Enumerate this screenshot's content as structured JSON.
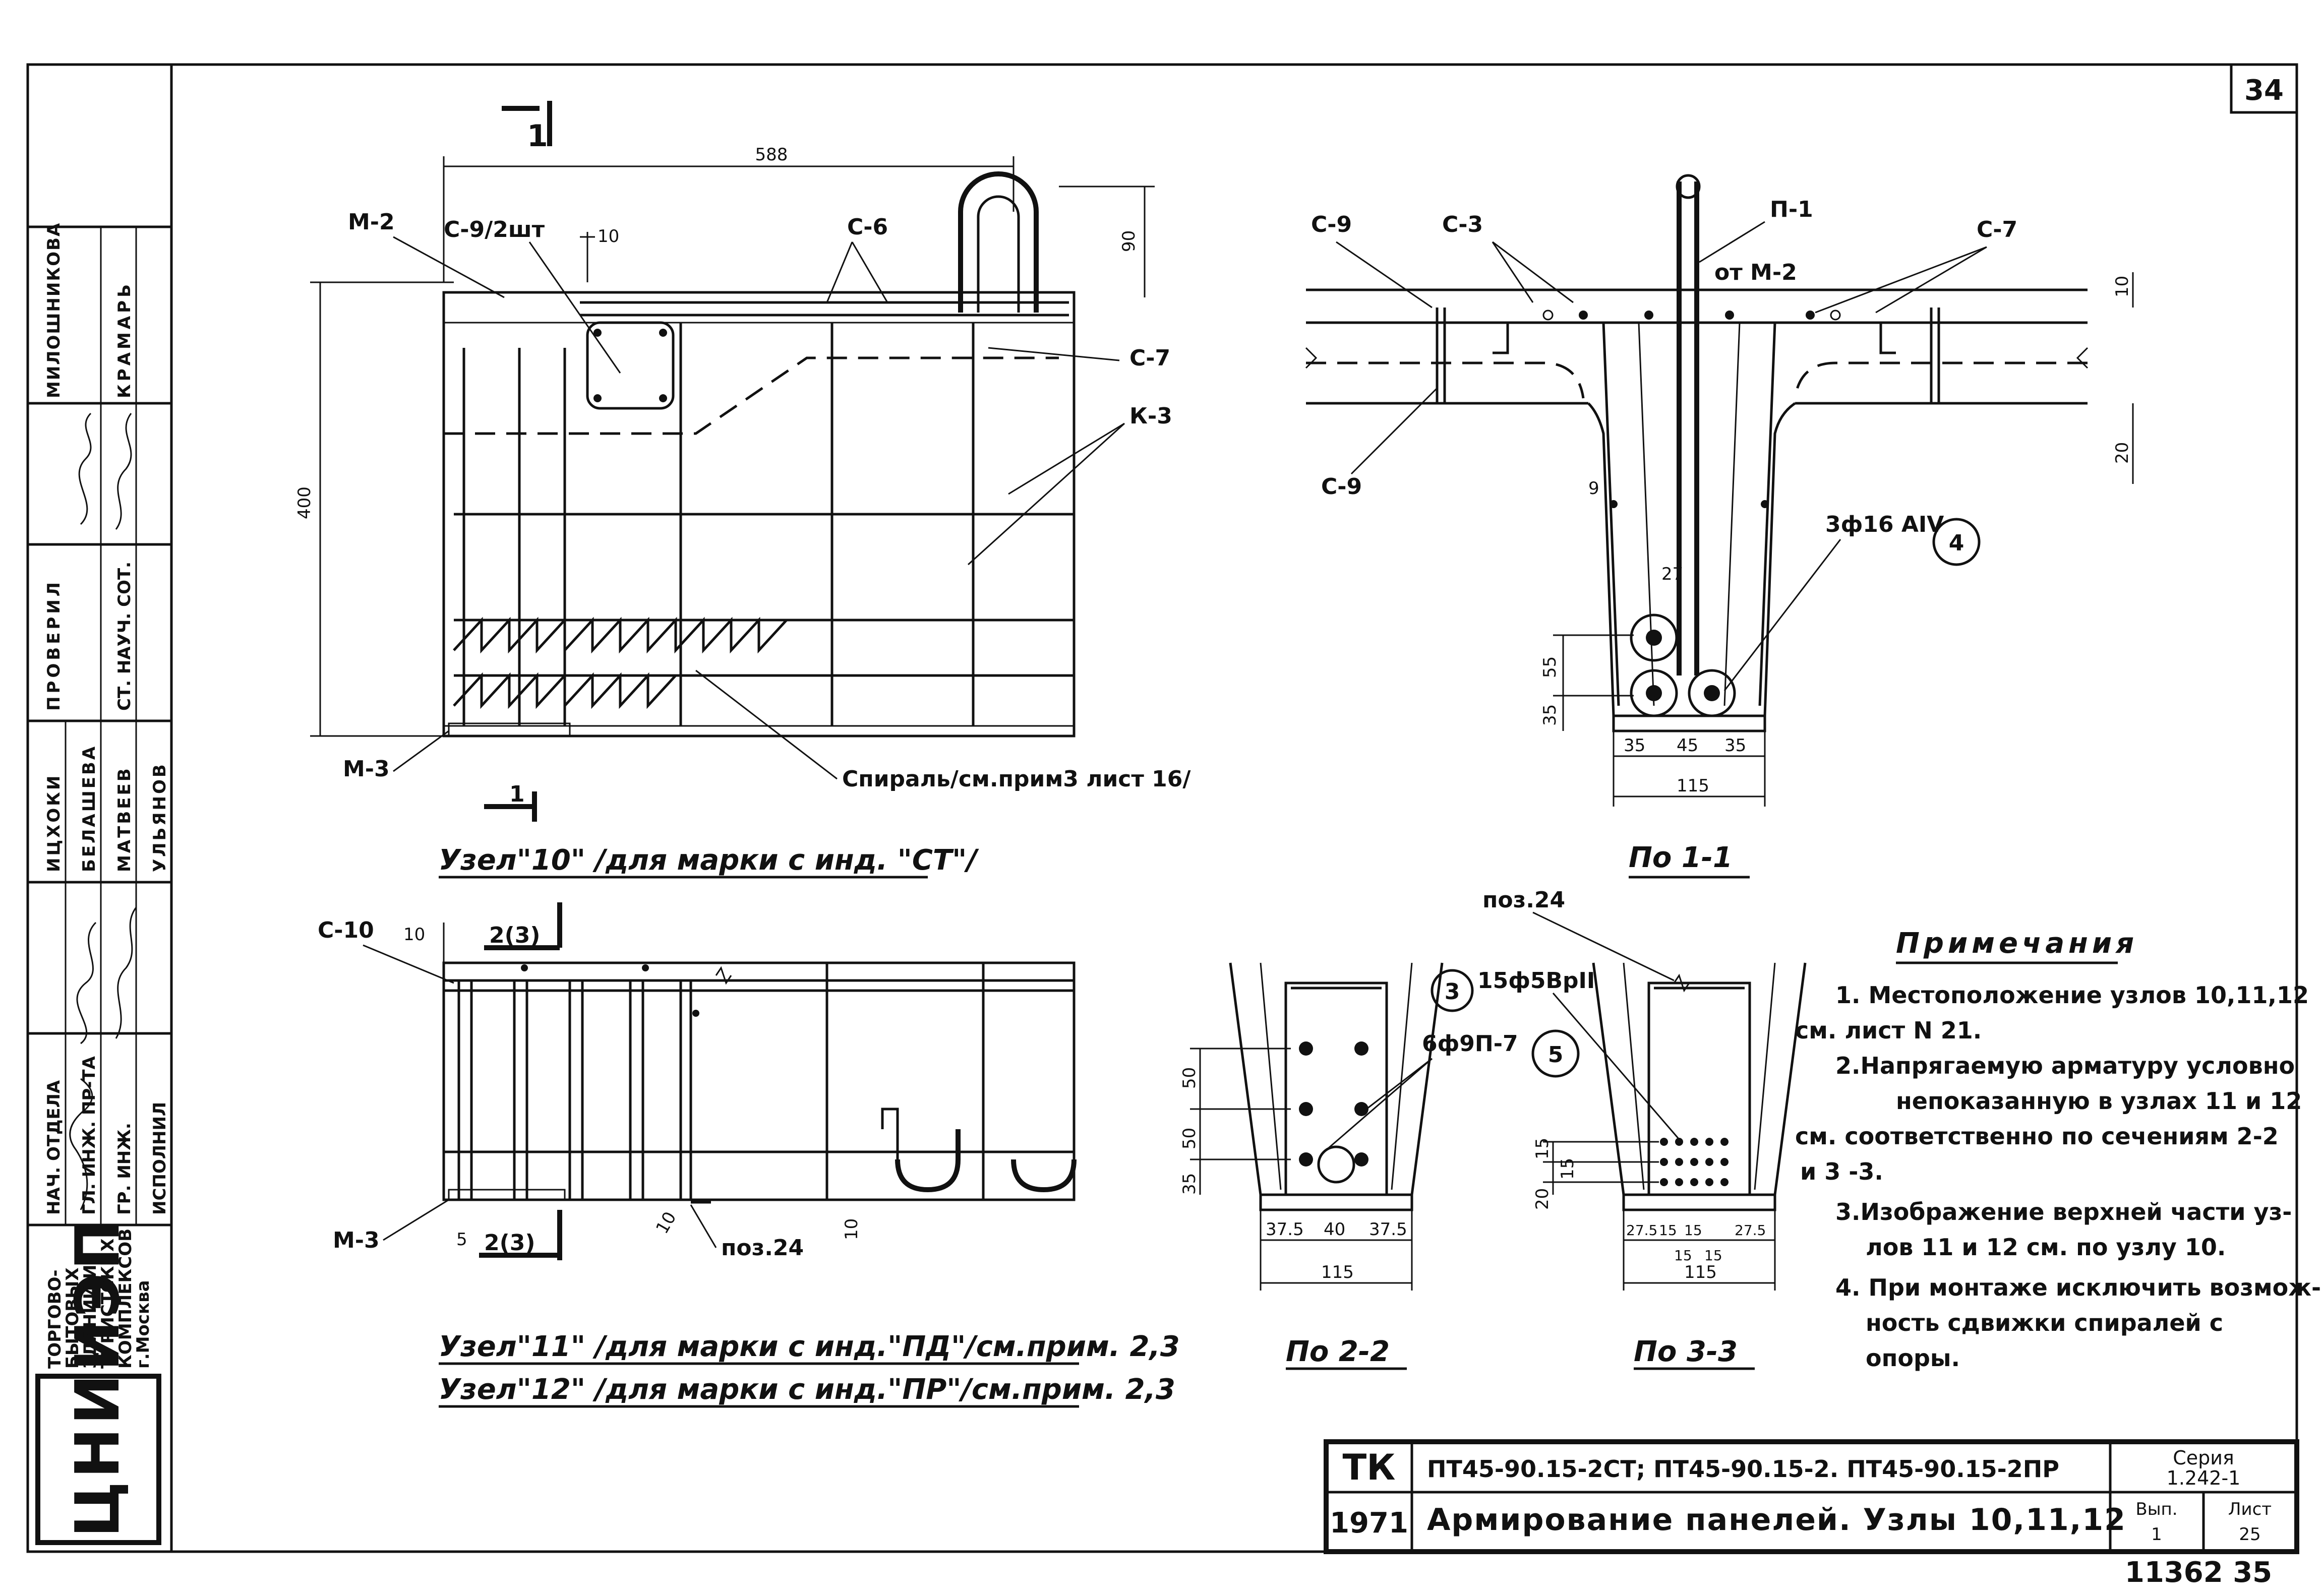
{
  "sheet": {
    "corner_number": "34",
    "bottom_numbers": "11362  35"
  },
  "org": {
    "logo": "ЦНИИЭП",
    "name_lines": [
      "ТОРГОВО-",
      "БЫТОВЫХ",
      "ЗДАНИЙ И",
      "ТУРИСТСКИХ",
      "КОМПЛЕКСОВ",
      "г.Москва"
    ]
  },
  "signatures": {
    "roles": [
      "НАЧ. ОТДЕЛА",
      "ГЛ. ИНЖ. ПР-ТА",
      "ГР. ИНЖ.",
      "ИСПОЛНИЛ",
      "ПРОВЕРИЛ",
      "СТ. НАУЧ. СОТ."
    ],
    "names": [
      "ИЦХОКИ",
      "БЕЛАШЕВА",
      "МАТВЕЕВ",
      "УЛЬЯНОВ",
      "МИЛОШНИКОВА",
      "КРАМАРЬ"
    ]
  },
  "node10": {
    "caption": "Узел\"10\" /для марки с инд. \"СТ\"/",
    "labels": {
      "m2": "М-2",
      "c9": "С-9/2шт",
      "c6": "С-6",
      "c7": "С-7",
      "k3": "К-3",
      "m3": "М-3",
      "spiral": "Спираль/см.прим3 лист 16/",
      "cut": "1",
      "cut_top": "1"
    },
    "dims": {
      "top": "588",
      "right": "90",
      "left": "400",
      "small": "10"
    }
  },
  "section11": {
    "caption": "По 1-1",
    "labels": {
      "c9a": "С-9",
      "c3": "С-3",
      "p1": "П-1",
      "c7": "С-7",
      "fromM2": "от М-2",
      "c9b": "С-9",
      "rebar": "3ф16 АIV",
      "pos": "4"
    },
    "dims": {
      "d10": "10",
      "d20": "20",
      "d9": "9",
      "d27": "27",
      "d55": "55",
      "d35": "35",
      "b1": "35",
      "b2": "45",
      "b3": "35",
      "b4": "115"
    }
  },
  "node11": {
    "captions": [
      "Узел\"11\" /для марки с инд.\"ПД\"/см.прим. 2,3",
      "Узел\"12\" /для марки с инд.\"ПР\"/см.прим. 2,3"
    ],
    "labels": {
      "c10": "С-10",
      "d10": "10",
      "pos23top": "2(3)",
      "m3": "М-3",
      "d5": "5",
      "pos23bot": "2(3)",
      "d10b": "10",
      "pos24": "поз.24",
      "d10c": "10"
    }
  },
  "section22": {
    "caption": "По 2-2",
    "labels": {
      "rebar": "6ф9П-7",
      "pos": "5"
    },
    "dims": {
      "v1": "50",
      "v2": "50",
      "v3": "35",
      "b1": "37.5",
      "b2": "40",
      "b3": "37.5",
      "b4": "115"
    }
  },
  "section33": {
    "caption": "По 3-3",
    "labels": {
      "pos24": "поз.24",
      "rebar": "15ф5ВрII",
      "pos": "3"
    },
    "dims": {
      "v1": "15",
      "v2": "15",
      "v3": "20",
      "b1": "27.5",
      "b2": "15",
      "b3": "15",
      "b4": "27.5",
      "b5": "15",
      "b6": "15",
      "b7": "115"
    }
  },
  "notes": {
    "title": "Примечания",
    "lines": [
      "1. Местоположение узлов 10,11,12",
      "см. лист N 21.",
      "2.Напрягаемую арматуру условно",
      "непоказанную в узлах 11 и 12",
      "см. соответственно по сечениям 2-2",
      "и 3 -3.",
      "3.Изображение верхней части уз-",
      "лов 11 и 12 см. по узлу 10.",
      "4. При монтаже исключить возмож-",
      "ность сдвижки спиралей с",
      "опоры."
    ]
  },
  "stamp": {
    "code": "ТК",
    "marks": "ПТ45-90.15-2СТ; ПТ45-90.15-2. ПТ45-90.15-2ПР",
    "year": "1971",
    "title": "Армирование панелей. Узлы 10,11,12",
    "series_label": "Серия",
    "series": "1.242-1",
    "vyp_label": "Вып.",
    "vyp": "1",
    "list_label": "Лист",
    "list": "25"
  }
}
